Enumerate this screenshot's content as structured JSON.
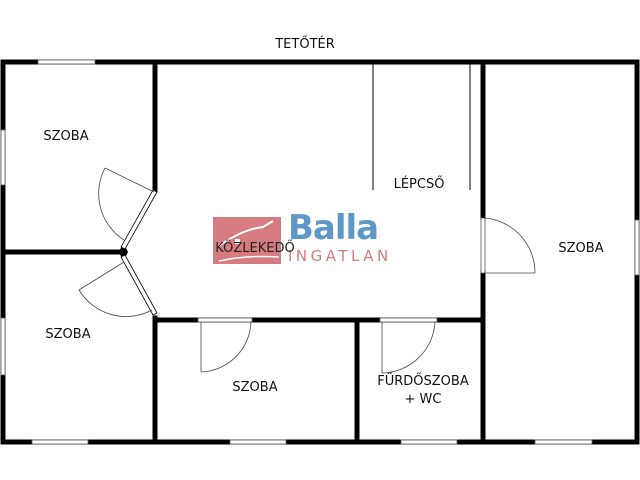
{
  "plan": {
    "attic_label": "TETŐTÉR",
    "rooms": {
      "room_top_left": "SZOBA",
      "room_bottom_left": "SZOBA",
      "room_bottom_middle": "SZOBA",
      "bathroom_line1": "FÜRDŐSZOBA",
      "bathroom_line2": "+ WC",
      "staircase": "LÉPCSŐ",
      "hallway": "KÖZLEKEDŐ",
      "room_right": "SZOBA"
    }
  },
  "watermark": {
    "brand": "Balla",
    "sub": "INGATLAN",
    "colors": {
      "blue": "#5f97c6",
      "red": "#d67b7f"
    }
  }
}
